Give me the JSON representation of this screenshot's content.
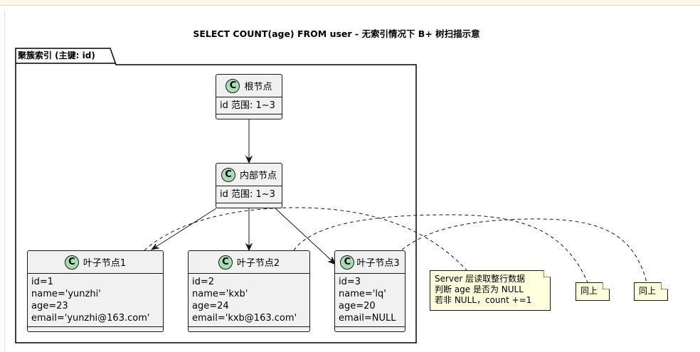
{
  "title": "SELECT COUNT(age) FROM user - 无索引情况下 B+ 树扫描示意",
  "package": {
    "label": "聚簇索引 (主键: id)"
  },
  "icon_letter": "C",
  "nodes": {
    "root": {
      "name": "根节点",
      "fields": [
        "id 范围: 1~3"
      ]
    },
    "internal": {
      "name": "内部节点",
      "fields": [
        "id 范围: 1~3"
      ]
    },
    "leaf1": {
      "name": "叶子节点1",
      "fields": [
        "id=1",
        "name='yunzhi'",
        "age=23",
        "email='yunzhi@163.com'"
      ]
    },
    "leaf2": {
      "name": "叶子节点2",
      "fields": [
        "id=2",
        "name='kxb'",
        "age=24",
        "email='kxb@163.com'"
      ]
    },
    "leaf3": {
      "name": "叶子节点3",
      "fields": [
        "id=3",
        "name='lq'",
        "age=20",
        "email=NULL"
      ]
    }
  },
  "notes": {
    "main": [
      "Server 层读取整行数据",
      "判断 age 是否为 NULL",
      "若非 NULL，count +=1"
    ],
    "same1": "同上",
    "same2": "同上"
  },
  "colors": {
    "class_fill": "#f1f1f1",
    "icon_fill": "#a9dcb4",
    "note_fill": "#feffdd",
    "border": "#181818"
  }
}
